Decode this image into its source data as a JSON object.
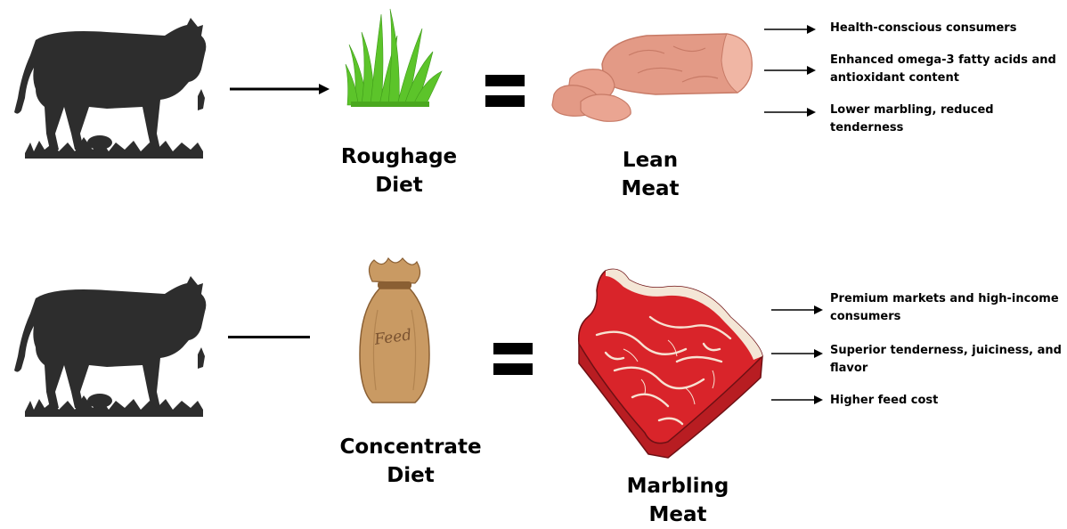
{
  "rows": [
    {
      "diet_label": [
        "Roughage",
        "Diet"
      ],
      "meat_label": [
        "Lean",
        "Meat"
      ],
      "diet_icon": "grass-icon",
      "meat_icon": "lean-meat-icon",
      "notes": [
        [
          "Health-conscious consumers"
        ],
        [
          "Enhanced omega-3 fatty acids and",
          "antioxidant content"
        ],
        [
          "Lower marbling, reduced tenderness"
        ]
      ]
    },
    {
      "diet_label": [
        "Concentrate",
        "Diet"
      ],
      "meat_label": [
        "Marbling",
        "Meat"
      ],
      "diet_icon": "feed-sack-icon",
      "meat_icon": "marbled-steak-icon",
      "feed_text": "Feed",
      "notes": [
        [
          "Premium markets and high-income",
          "consumers"
        ],
        [
          "Superior tenderness, juiciness, and",
          "flavor"
        ],
        [
          "Higher feed cost"
        ]
      ]
    }
  ],
  "colors": {
    "silhouette": "#2d2d2d",
    "grass": "#5cc42a",
    "lean_meat": "#e39a86",
    "marbled_meat": "#d9242a",
    "sack": "#c99a63"
  }
}
